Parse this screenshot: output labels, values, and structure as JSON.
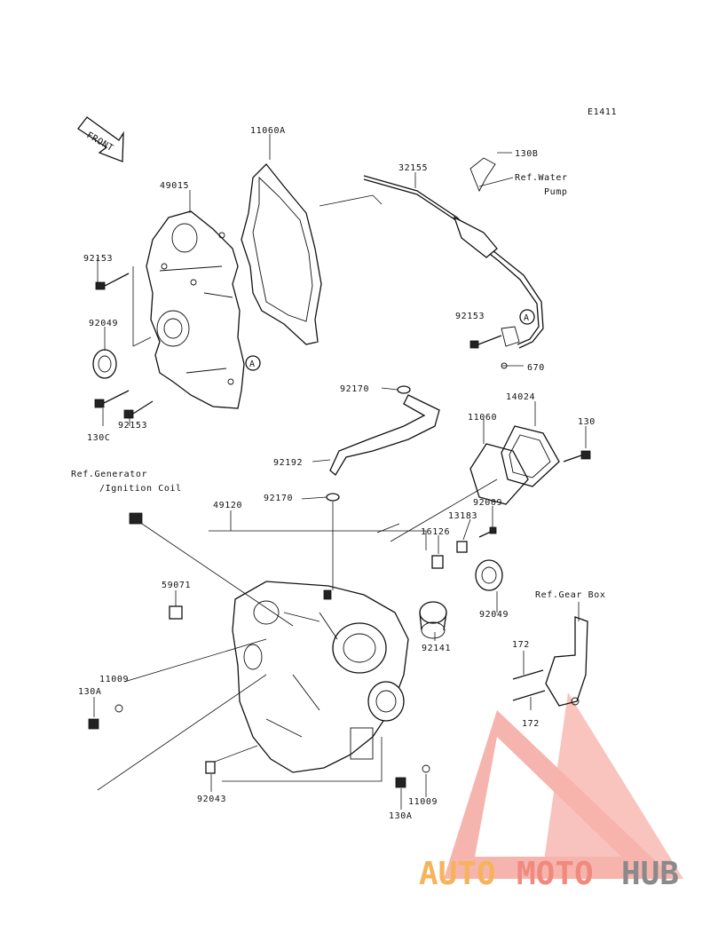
{
  "diagram": {
    "code": "E1411",
    "front_label": "FRONT",
    "callout_marker": "A",
    "parts": {
      "p11060A": "11060A",
      "p49015": "49015",
      "p32155": "32155",
      "p130B": "130B",
      "ref_water_line1": "Ref.Water",
      "ref_water_line2": "Pump",
      "p92153_a": "92153",
      "p92049_a": "92049",
      "p130C": "130C",
      "p92153_b": "92153",
      "p92153_c": "92153",
      "p670": "670",
      "p92170_a": "92170",
      "p14024": "14024",
      "p11060": "11060",
      "p130": "130",
      "ref_gen_line1": "Ref.Generator",
      "ref_gen_line2": "/Ignition Coil",
      "p92192": "92192",
      "p92170_b": "92170",
      "p49120": "49120",
      "p92009": "92009",
      "p13183": "13183",
      "p16126": "16126",
      "p59071": "59071",
      "p92049_b": "92049",
      "ref_gearbox": "Ref.Gear Box",
      "p92141": "92141",
      "p172_a": "172",
      "p172_b": "172",
      "p11009_a": "11009",
      "p130A_a": "130A",
      "p92043": "92043",
      "p11009_b": "11009",
      "p130A_b": "130A"
    }
  },
  "watermark": {
    "text_a": "AUTO",
    "text_b": "MOTO",
    "text_c": "HUB",
    "color_a": "#f5b45a",
    "color_b": "#f08a7e",
    "color_c": "#8a8a8a",
    "logo_color": "#f0786c"
  }
}
